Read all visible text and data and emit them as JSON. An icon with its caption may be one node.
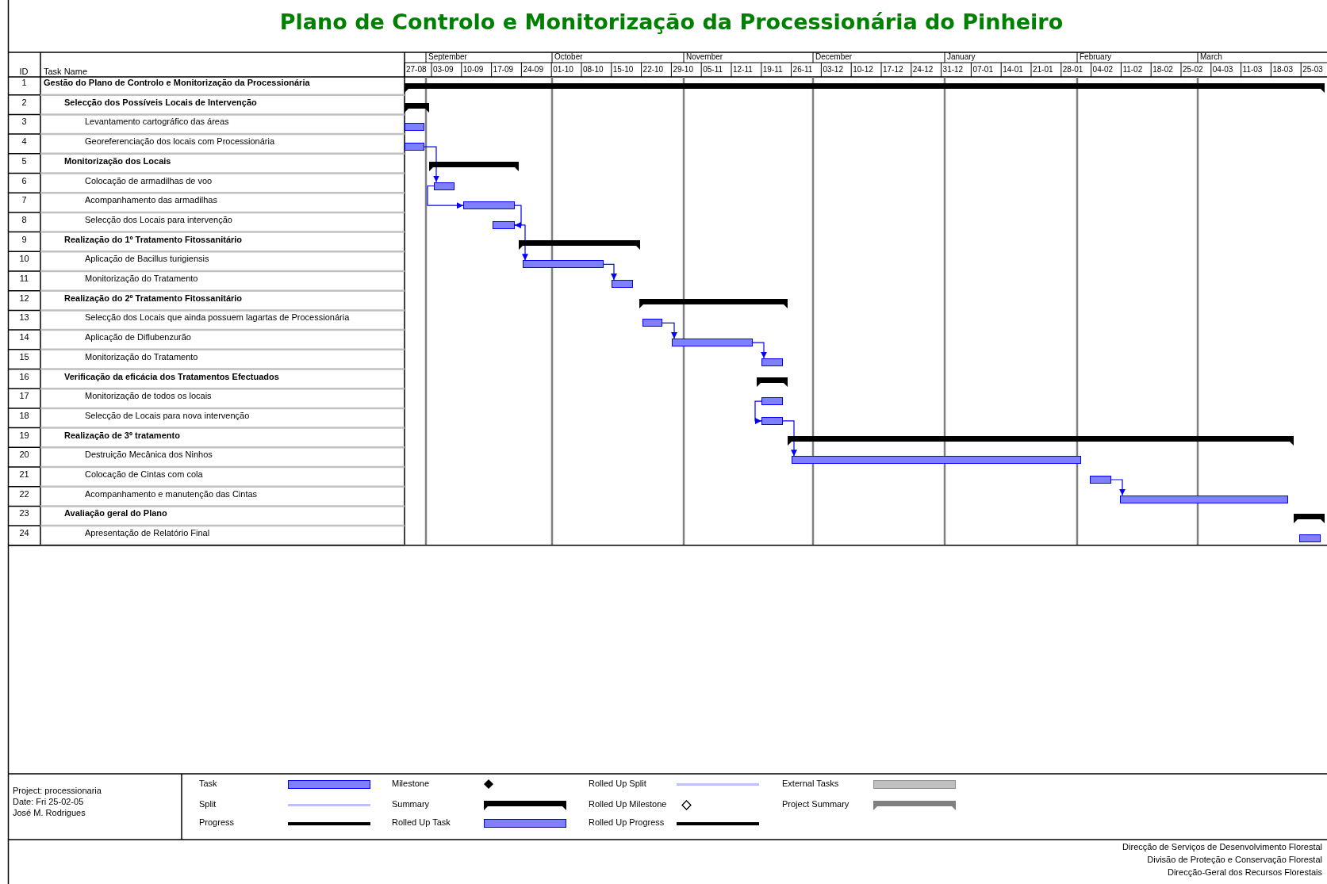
{
  "diagram": {
    "title": "Plano de Controlo e Monitorização da Processionária do Pinheiro",
    "nodes": [
      {
        "text": [],
        "shape": "bracket"
      },
      {
        "text": [],
        "shape": "bracket"
      },
      {
        "text": [],
        "shape": "bar"
      },
      {
        "text": [],
        "shape": "bar"
      },
      {
        "text": [],
        "shape": "bracket"
      },
      {
        "text": [],
        "shape": "bar"
      },
      {
        "text": [],
        "shape": "bar"
      },
      {
        "text": [],
        "shape": "bar"
      },
      {
        "text": [],
        "shape": "bracket"
      },
      {
        "text": [],
        "shape": "bar"
      },
      {
        "text": [],
        "shape": "bar"
      },
      {
        "text": [],
        "shape": "bracket"
      },
      {
        "text": [],
        "shape": "bar"
      },
      {
        "text": [],
        "shape": "bar"
      },
      {
        "text": [],
        "shape": "bar"
      },
      {
        "text": [],
        "shape": "bracket"
      },
      {
        "text": [],
        "shape": "bar"
      },
      {
        "text": [],
        "shape": "bar"
      },
      {
        "text": [],
        "shape": "bracket"
      },
      {
        "text": [],
        "shape": "bar"
      },
      {
        "text": [],
        "shape": "bar"
      },
      {
        "text": [],
        "shape": "bar"
      },
      {
        "text": [],
        "shape": "bracket"
      },
      {
        "text": [],
        "shape": "bar"
      }
    ],
    "edges": [
      {
        "from": 3,
        "to": 5,
        "arrow": "to"
      },
      {
        "from": 5,
        "to": 6,
        "arrow": "to"
      },
      {
        "from": 6,
        "to": 7,
        "arrow": "to"
      },
      {
        "from": 7,
        "to": 9,
        "arrow": "to"
      },
      {
        "from": 9,
        "to": 10,
        "arrow": "to"
      },
      {
        "from": 12,
        "to": 13,
        "arrow": "to"
      },
      {
        "from": 13,
        "to": 14,
        "arrow": "to"
      },
      {
        "from": 16,
        "to": 17,
        "arrow": "to"
      },
      {
        "from": 17,
        "to": 19,
        "arrow": "to"
      },
      {
        "from": 20,
        "to": 21,
        "arrow": "to"
      }
    ],
    "labels": [
      "ID",
      "Task Name",
      "September",
      "October",
      "November",
      "December",
      "January",
      "February",
      "March",
      "27-08",
      "03-09",
      "10-09",
      "17-09",
      "24-09",
      "01-10",
      "08-10",
      "15-10",
      "22-10",
      "29-10",
      "05-11",
      "12-11",
      "19-11",
      "26-11",
      "03-12",
      "10-12",
      "17-12",
      "24-12",
      "31-12",
      "07-01",
      "14-01",
      "21-01",
      "28-01",
      "04-02",
      "11-02",
      "18-02",
      "25-02",
      "04-03",
      "11-03",
      "18-03",
      "25-03",
      "1",
      "Gestão do Plano de Controlo e Monitorização da Processionária",
      "2",
      "Selecção dos Possíveis Locais de Intervenção",
      "3",
      "Levantamento cartográfico das áreas",
      "4",
      "Georeferenciação dos locais com Processionária",
      "5",
      "Monitorização dos Locais",
      "6",
      "Colocação de armadilhas de voo",
      "7",
      "Acompanhamento das armadilhas",
      "8",
      "Selecção dos Locais para intervenção",
      "9",
      "Realização do 1º Tratamento Fitossanitário",
      "10",
      "Aplicação de Bacillus turigiensis",
      "11",
      "Monitorização do Tratamento",
      "12",
      "Realização do 2º Tratamento Fitossanitário",
      "13",
      "Selecção dos Locais que ainda possuem lagartas de Processionária",
      "14",
      "Aplicação de Diflubenzurão",
      "15",
      "Monitorização do Tratamento",
      "16",
      "Verificação da eficácia dos Tratamentos Efectuados",
      "17",
      "Monitorização de todos os locais",
      "18",
      "Selecção de Locais para nova intervenção",
      "19",
      "Realização de 3º tratamento",
      "20",
      "Destruição Mecânica dos Ninhos",
      "21",
      "Colocação de Cintas com cola",
      "22",
      "Acompanhamento e manutenção das Cintas",
      "23",
      "Avaliação geral do Plano",
      "24",
      "Apresentação de Relatório Final",
      "Project: processionaria",
      "Date: Fri 25-02-05",
      "José M. Rodrigues",
      "Direcção de Serviços de Desenvolvimento Florestal",
      "Divisão de Proteção e Conservação Florestal",
      "Direcção-Geral dos Recursos Florestais"
    ],
    "legend": [
      {
        "text": "Task",
        "color": "#8080ff"
      },
      {
        "text": "Split"
      },
      {
        "text": "Progress"
      },
      {
        "text": "Milestone"
      },
      {
        "text": "Summary"
      },
      {
        "text": "Rolled Up Task",
        "color": "#8080ff"
      },
      {
        "text": "Rolled Up Split"
      },
      {
        "text": "Rolled Up Milestone"
      },
      {
        "text": "Rolled Up Progress"
      },
      {
        "text": "External Tasks",
        "color": "#c0c0c0"
      },
      {
        "text": "Project Summary"
      }
    ]
  }
}
